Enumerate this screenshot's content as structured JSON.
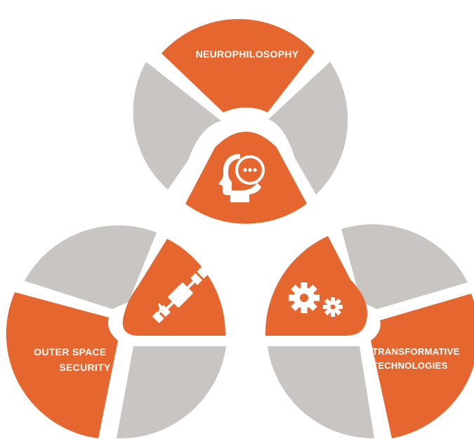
{
  "colors": {
    "accent": "#E5672F",
    "neutral": "#C9C5C3",
    "background": "#FFFFFF",
    "icon": "#FFFFFF"
  },
  "clusters": [
    {
      "id": "neurophilosophy",
      "label_lines": [
        "NEUROPHILOSOPHY"
      ],
      "icon": "head-speech-bubble-icon"
    },
    {
      "id": "outer-space-security",
      "label_lines": [
        "OUTER SPACE",
        "SECURITY"
      ],
      "icon": "satellite-icon"
    },
    {
      "id": "transformative-technologies",
      "label_lines": [
        "TRANSFORMATIVE",
        "TECHNOLOGIES"
      ],
      "icon": "gears-icon"
    }
  ]
}
